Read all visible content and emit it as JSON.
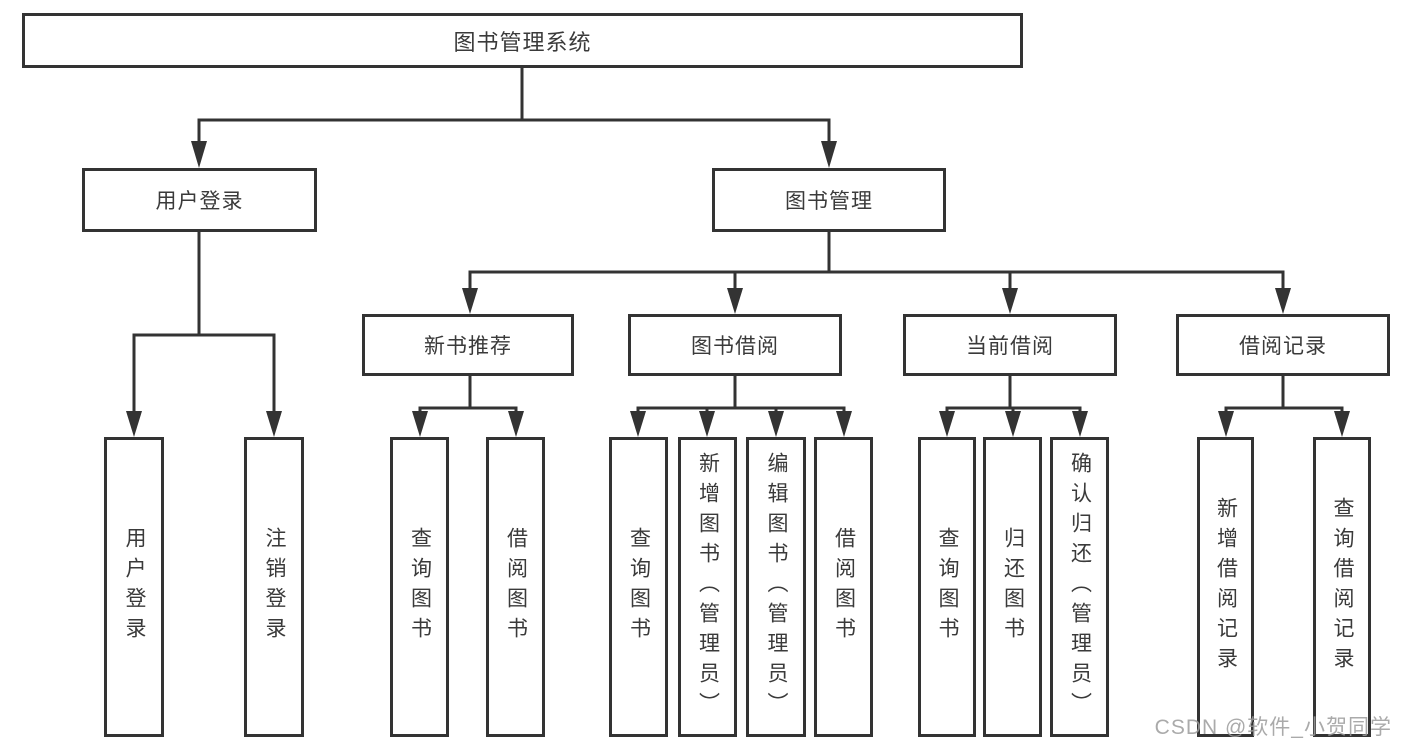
{
  "diagram": {
    "title": "图书管理系统",
    "root": {
      "label": "图书管理系统"
    },
    "level2": [
      {
        "label": "用户登录"
      },
      {
        "label": "图书管理"
      }
    ],
    "level3": [
      {
        "label": "新书推荐",
        "parent": "图书管理"
      },
      {
        "label": "图书借阅",
        "parent": "图书管理"
      },
      {
        "label": "当前借阅",
        "parent": "图书管理"
      },
      {
        "label": "借阅记录",
        "parent": "图书管理"
      }
    ],
    "leaves": [
      {
        "label": "用户登录",
        "parent": "用户登录"
      },
      {
        "label": "注销登录",
        "parent": "用户登录"
      },
      {
        "label": "查询图书",
        "parent": "新书推荐"
      },
      {
        "label": "借阅图书",
        "parent": "新书推荐"
      },
      {
        "label": "查询图书",
        "parent": "图书借阅"
      },
      {
        "label": "新增图书（管理员）",
        "parent": "图书借阅"
      },
      {
        "label": "编辑图书（管理员）",
        "parent": "图书借阅"
      },
      {
        "label": "借阅图书",
        "parent": "图书借阅"
      },
      {
        "label": "查询图书",
        "parent": "当前借阅"
      },
      {
        "label": "归还图书",
        "parent": "当前借阅"
      },
      {
        "label": "确认归还（管理员）",
        "parent": "当前借阅"
      },
      {
        "label": "新增借阅记录",
        "parent": "借阅记录"
      },
      {
        "label": "查询借阅记录",
        "parent": "借阅记录"
      }
    ]
  },
  "watermark": {
    "text": "CSDN @软件_小贺同学"
  },
  "colors": {
    "line": "#333333",
    "text": "#3a3a3a",
    "box_background": "#ffffff",
    "watermark": "#9c9c9c",
    "background": "#ffffff"
  }
}
